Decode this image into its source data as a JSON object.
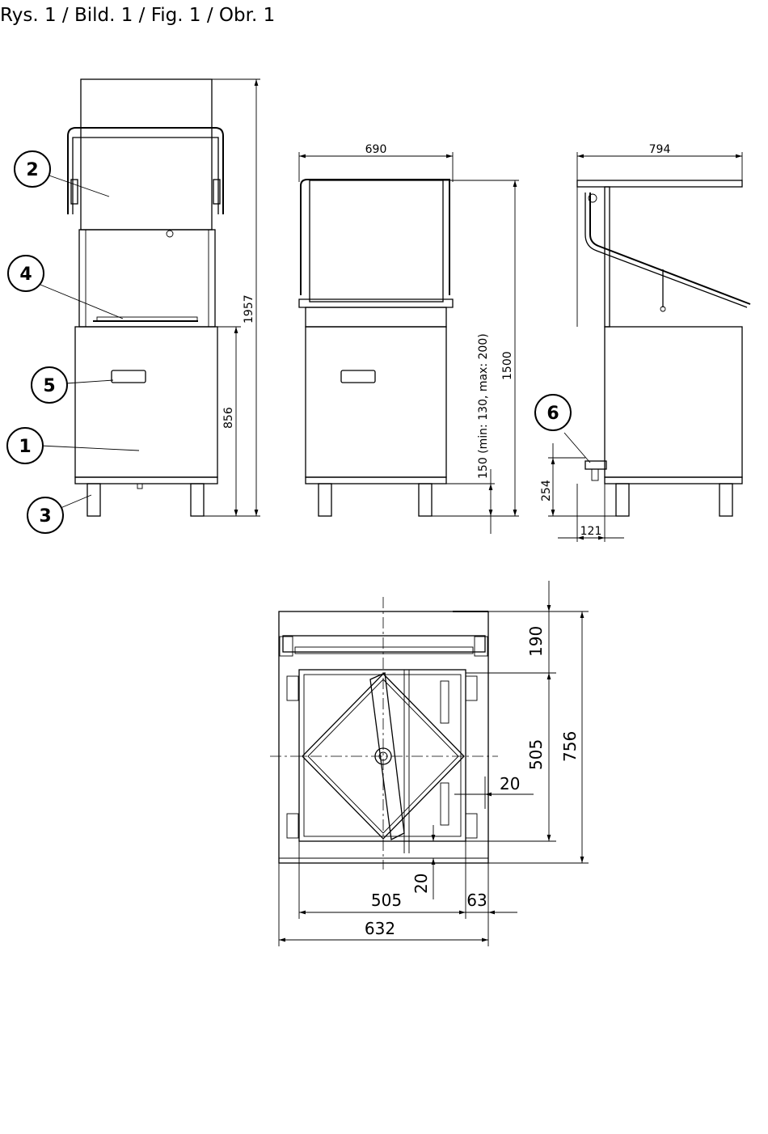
{
  "caption": "Rys. 1 / Bild. 1 / Fig. 1 / Obr. 1",
  "callouts": [
    "1",
    "2",
    "3",
    "4",
    "5",
    "6"
  ],
  "dimensions": {
    "front_height": "1957",
    "front_base": "856",
    "side_width": "690",
    "side_height": "1500",
    "side_legs": "150 (min: 130, max: 200)",
    "profile_width": "794",
    "profile_outlet_height": "254",
    "profile_outlet_offset": "121",
    "top_depth": "756",
    "top_front": "190",
    "top_rack": "505",
    "top_gap": "20",
    "top_gap_bottom": "20",
    "top_rack_width": "505",
    "top_side": "63",
    "top_width": "632"
  }
}
